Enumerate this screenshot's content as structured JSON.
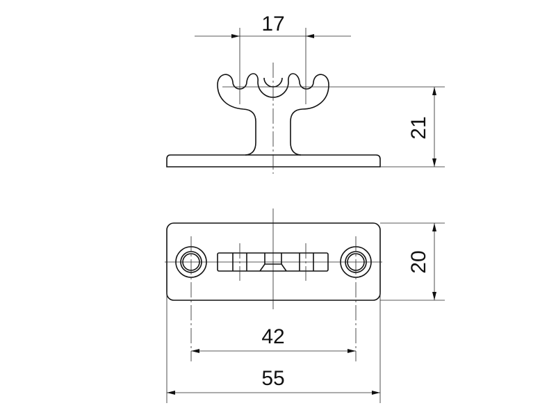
{
  "drawing": {
    "side_view": {
      "dimensions": {
        "tooth_spacing": "17",
        "height": "21"
      }
    },
    "top_view": {
      "dimensions": {
        "width": "20",
        "hole_spacing": "42",
        "overall_length": "55"
      }
    },
    "line_color": "#111111"
  }
}
